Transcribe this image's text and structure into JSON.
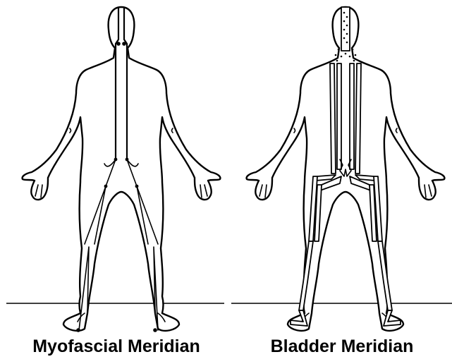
{
  "figures": [
    {
      "id": "left",
      "caption": "Myofascial Meridian"
    },
    {
      "id": "right",
      "caption": "Bladder Meridian"
    }
  ],
  "colors": {
    "line": "#000000",
    "background": "#ffffff"
  }
}
